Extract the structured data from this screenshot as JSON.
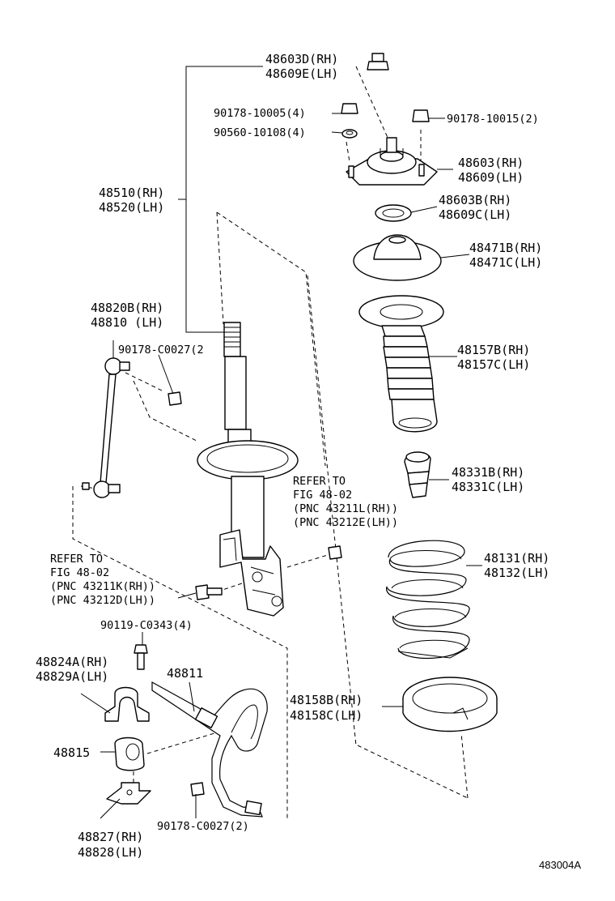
{
  "labels": {
    "strut_mount_nut": [
      "48603D(RH)",
      "48609E(LH)"
    ],
    "mount_nut_small": "90178-10005(4)",
    "mount_washer": "90560-10108(4)",
    "mount_nut_right": "90178-10015(2)",
    "strut_mount": [
      "48603(RH)",
      "48609(LH)"
    ],
    "bearing": [
      "48603B(RH)",
      "48609C(LH)"
    ],
    "upper_seat": [
      "48471B(RH)",
      "48471C(LH)"
    ],
    "dust_boot": [
      "48157B(RH)",
      "48157C(LH)"
    ],
    "bump_stopper": [
      "48331B(RH)",
      "48331C(LH)"
    ],
    "coil_spring": [
      "48131(RH)",
      "48132(LH)"
    ],
    "lower_insulator": [
      "48158B(RH)",
      "48158C(LH)"
    ],
    "shock_absorber": [
      "48510(RH)",
      "48520(LH)"
    ],
    "stabilizer_link": [
      "48820B(RH)",
      "48810  (LH)"
    ],
    "link_nut": "90178-C0027(2",
    "refer_right": [
      "REFER TO",
      "FIG 48-02",
      "(PNC 43211L(RH))",
      "(PNC 43212E(LH))"
    ],
    "refer_left": [
      "REFER TO",
      "FIG 48-02",
      "(PNC 43211K(RH))",
      "(PNC 43212D(LH))"
    ],
    "bracket_bolt": "90119-C0343(4)",
    "bushing_retainer": [
      "48824A(RH)",
      "48829A(LH)"
    ],
    "stabilizer_bar": "48811",
    "bushing": "48815",
    "bracket": [
      "48827(RH)",
      "48828(LH)"
    ],
    "bar_nut": "90178-C0027(2)",
    "figure_code": "483004A"
  }
}
